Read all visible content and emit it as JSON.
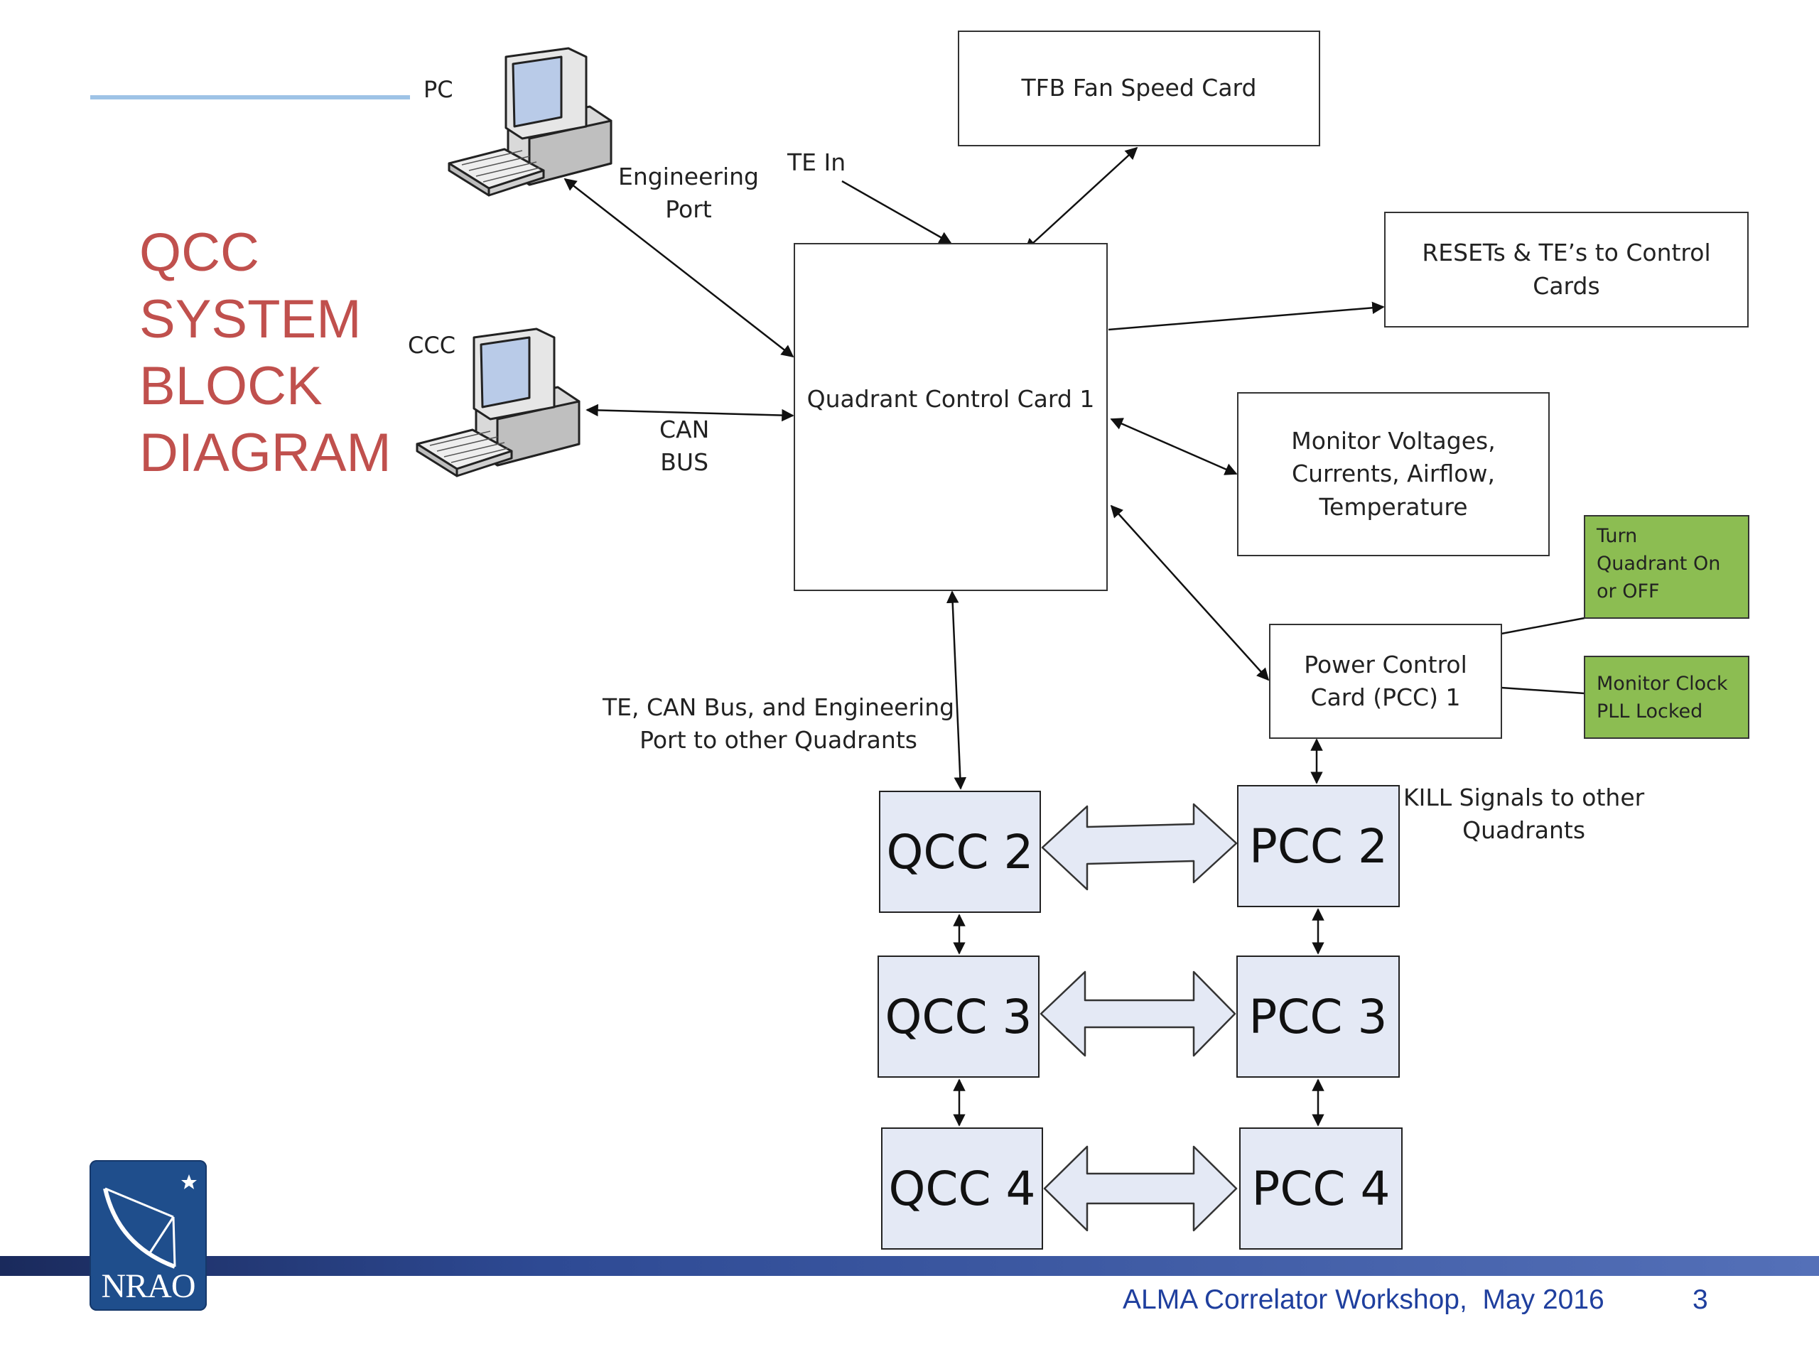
{
  "slide": {
    "title_lines": [
      "QCC",
      "SYSTEM",
      "BLOCK",
      "DIAGRAM"
    ],
    "footer_text": "ALMA Correlator Workshop,  May 2016",
    "page_number": "3",
    "logo_text": "NRAO"
  },
  "devices": {
    "pc_label": "PC",
    "ccc_label": "CCC"
  },
  "blocks": {
    "tfb": "TFB Fan Speed Card",
    "resets": "RESETs & TE’s to Control Cards",
    "qcc1": "Quadrant Control Card 1",
    "monitor": [
      "Monitor Voltages,",
      "Currents, Airflow,",
      "Temperature"
    ],
    "pcc1": [
      "Power Control",
      "Card (PCC)  1"
    ],
    "turn_on": [
      "Turn",
      "Quadrant On",
      "or OFF"
    ],
    "clock": [
      "Monitor Clock",
      "PLL Locked"
    ],
    "qcc2": "QCC 2",
    "qcc3": "QCC 3",
    "qcc4": "QCC 4",
    "pcc2": "PCC 2",
    "pcc3": "PCC 3",
    "pcc4": "PCC 4"
  },
  "labels": {
    "engineering": [
      "Engineering",
      "Port"
    ],
    "te_in": "TE In",
    "can_bus": [
      "CAN",
      "BUS"
    ],
    "te_can": [
      "TE, CAN Bus, and Engineering",
      "Port to other Quadrants"
    ],
    "kill": [
      "KILL Signals to other",
      "Quadrants"
    ]
  },
  "colors": {
    "title": "#c0504d",
    "accent_line": "#9ec3e6",
    "qcc_fill": "#e4e9f5",
    "status_fill": "#8cbd52",
    "footer_bar": "#5470b8",
    "footer_text": "#1f3f9e",
    "logo_bg": "#1f4e8c"
  }
}
